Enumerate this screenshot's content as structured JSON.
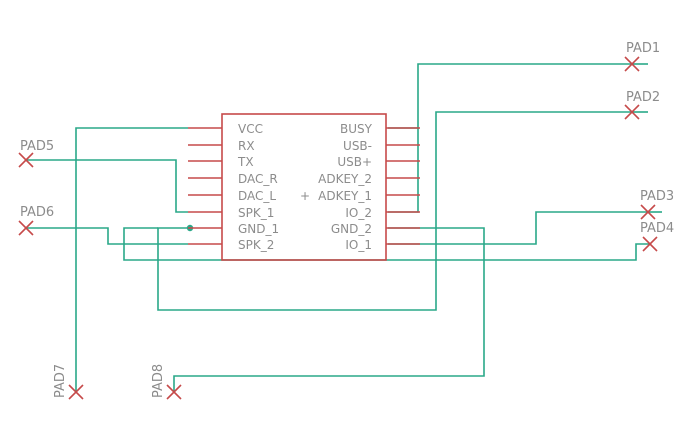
{
  "chip": {
    "left_pins": [
      "VCC",
      "RX",
      "TX",
      "DAC_R",
      "DAC_L",
      "SPK_1",
      "GND_1",
      "SPK_2"
    ],
    "right_pins": [
      "BUSY",
      "USB-",
      "USB+",
      "ADKEY_2",
      "ADKEY_1",
      "IO_2",
      "GND_2",
      "IO_1"
    ],
    "origin_mark": "+"
  },
  "pads": {
    "pad1": "PAD1",
    "pad2": "PAD2",
    "pad3": "PAD3",
    "pad4": "PAD4",
    "pad5": "PAD5",
    "pad6": "PAD6",
    "pad7": "PAD7",
    "pad8": "PAD8"
  },
  "colors": {
    "wire": "#2aa889",
    "component": "#c64a4a",
    "label": "#8c8c8c"
  }
}
